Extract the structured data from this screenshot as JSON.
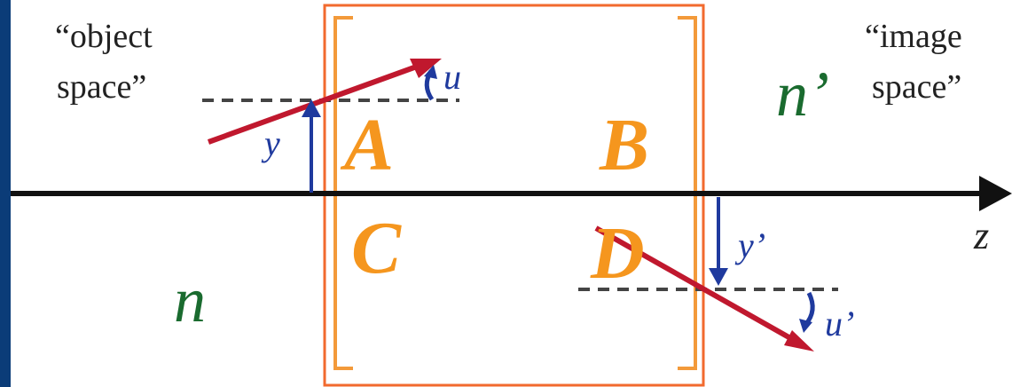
{
  "diagram": {
    "object_space_label_line1": "“object",
    "object_space_label_line2": "space”",
    "image_space_label_line1": "“image",
    "image_space_label_line2": "space”",
    "index_object": "n",
    "index_image": "n’",
    "axis_label": "z",
    "matrix_A": "A",
    "matrix_B": "B",
    "matrix_C": "C",
    "matrix_D": "D",
    "height_in": "y",
    "angle_in": "u",
    "height_out": "y’",
    "angle_out": "u’"
  },
  "colors": {
    "background_frame": "#0b3c78",
    "panel": "#ffffff",
    "box": "#f26a2e",
    "bracket": "#f39a3a",
    "matrix_letters": "#f5961e",
    "ray": "#c0182e",
    "vector": "#1f3a9e",
    "axis": "#111111",
    "index": "#1a6b2f",
    "text": "#222222"
  }
}
